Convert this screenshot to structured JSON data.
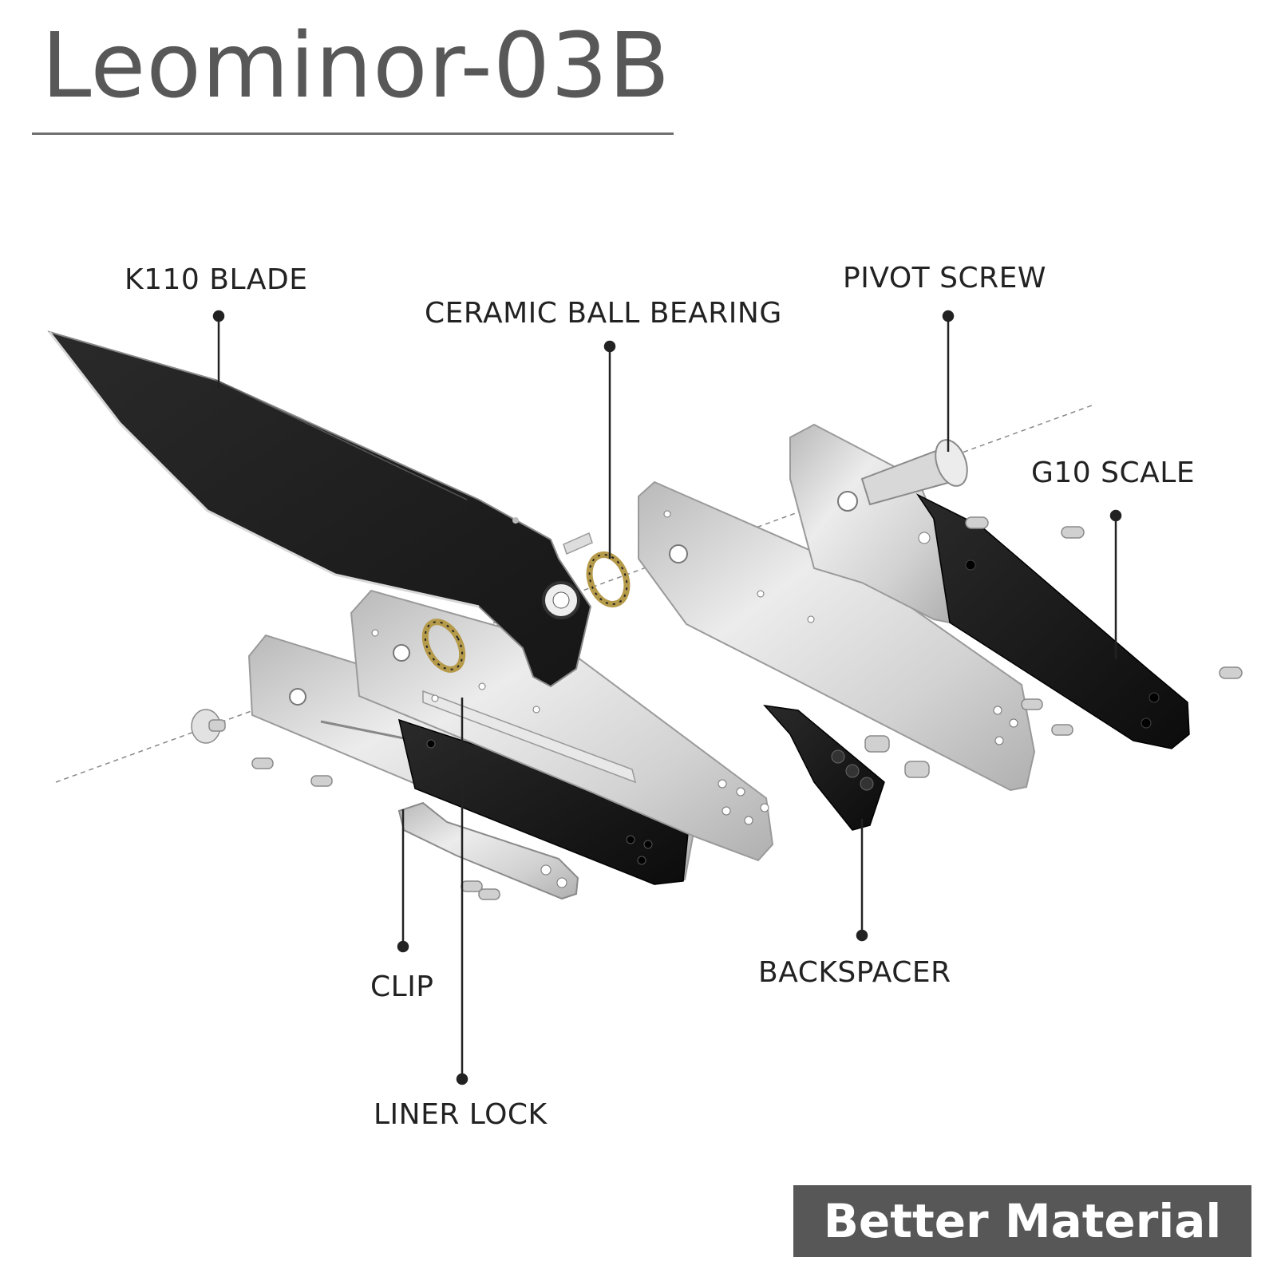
{
  "header": {
    "title": "Leominor-03B"
  },
  "callouts": {
    "blade": "K110 BLADE",
    "bearing": "CERAMIC BALL BEARING",
    "pivot": "PIVOT SCREW",
    "scale": "G10 SCALE",
    "clip": "CLIP",
    "liner": "LINER LOCK",
    "backspacer": "BACKSPACER"
  },
  "badge": {
    "label": "Better Material"
  },
  "colors": {
    "title": "#585858",
    "steel": "#c9c9c9",
    "black": "#1b1b1b",
    "badge": "#575757"
  }
}
